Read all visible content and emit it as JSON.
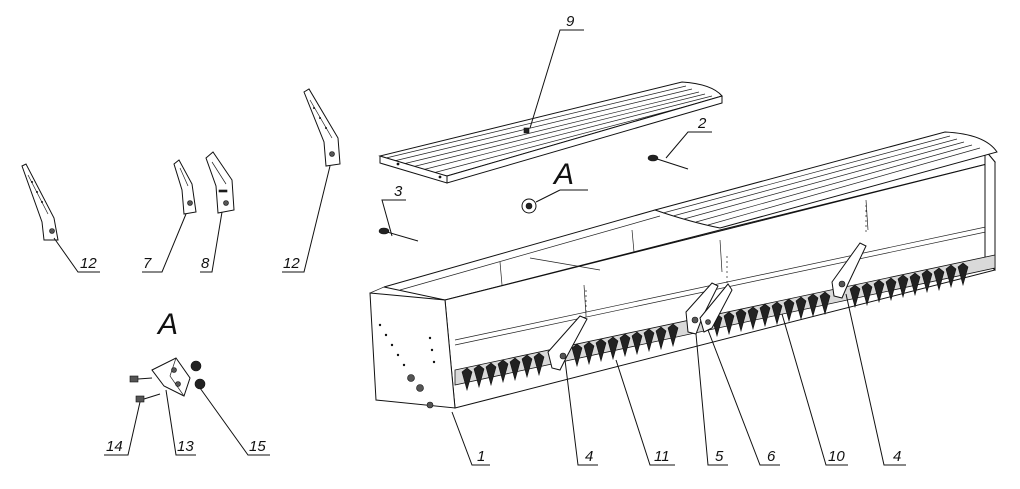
{
  "detail": {
    "letter": "A"
  },
  "callouts": {
    "c1": "1",
    "c2": "2",
    "c3": "3",
    "c4a": "4",
    "c4b": "4",
    "c5": "5",
    "c6": "6",
    "c7": "7",
    "c8": "8",
    "c9": "9",
    "c10": "10",
    "c11": "11",
    "c12a": "12",
    "c12b": "12",
    "c13": "13",
    "c14": "14",
    "c15": "15"
  }
}
